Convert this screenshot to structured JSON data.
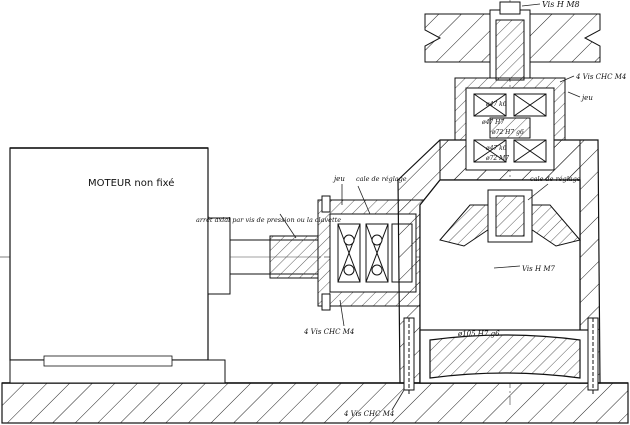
{
  "drawing": {
    "motor_label": "MOTEUR non fixé",
    "annotations": {
      "top_screw": "Vis H M8",
      "top_right_screws": "4 Vis CHC M4",
      "top_right_jeu": "jeu",
      "left_jeu": "jeu",
      "left_shim": "cale de réglage",
      "right_shim": "cale de réglage",
      "axial_stop": "arrêt axial par vis de pression ou la clavette",
      "lower_screws": "4 Vis CHC M4",
      "right_screw": "Vis H M7",
      "base_screws": "4 Vis CHC M4",
      "fit_dim": "ø105 H7 g6"
    },
    "fit_marks": [
      "ø47 k6",
      "ø47 H7",
      "ø72 H7 g6",
      "ø47 k6",
      "ø72 M7"
    ]
  }
}
